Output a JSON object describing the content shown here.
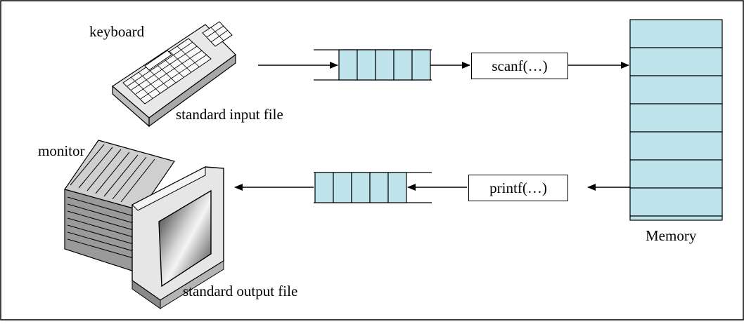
{
  "labels": {
    "keyboard": "keyboard",
    "standard_input": "standard input file",
    "monitor": "monitor",
    "standard_output": "standard output file",
    "memory": "Memory"
  },
  "functions": {
    "input": "scanf(…)",
    "output": "printf(…)"
  },
  "colors": {
    "buffer_fill": "#bfe4ec",
    "memory_fill": "#bfe4ec",
    "stroke": "#000000",
    "background": "#ffffff"
  },
  "icons": {
    "keyboard": "keyboard-icon",
    "monitor": "monitor-icon"
  },
  "buffers": {
    "input_cells": 5,
    "output_cells": 5
  },
  "memory": {
    "cells": 8
  }
}
